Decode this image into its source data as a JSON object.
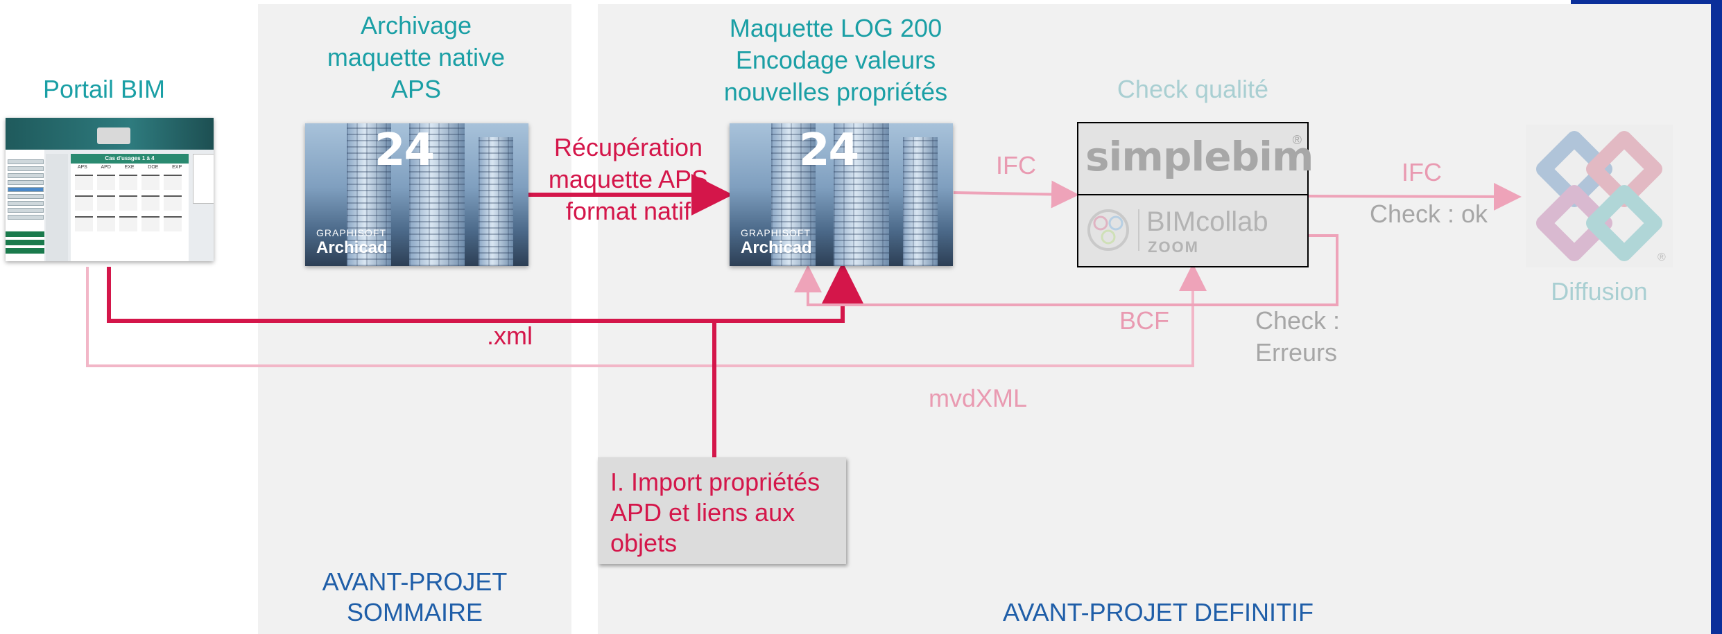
{
  "phases": {
    "aps_label_line1": "AVANT-PROJET",
    "aps_label_line2": "SOMMAIRE",
    "apd_label": "AVANT-PROJET DEFINITIF"
  },
  "portail": {
    "title": "Portail BIM",
    "screenshot_title": "Cas d'usages 1 à 4",
    "screenshot_columns": [
      "APS",
      "APD",
      "EXE",
      "DOE",
      "EXP"
    ]
  },
  "archivage": {
    "line1": "Archivage",
    "line2": "maquette native",
    "line3": "APS"
  },
  "archicad": {
    "version": "24",
    "brand_small": "GRAPHISOFT",
    "brand": "Archicad"
  },
  "maquette": {
    "line1": "Maquette LOG 200",
    "line2": "Encodage valeurs",
    "line3": "nouvelles propriétés"
  },
  "recuperation": {
    "line1": "Récupération",
    "line2": "maquette APS",
    "line3": "format natif"
  },
  "check": {
    "title": "Check qualité",
    "simplebim": "simplebim",
    "bimcollab": "BIMcollab",
    "zoom": "ZOOM"
  },
  "flows": {
    "ifc1": "IFC",
    "ifc2": "IFC",
    "check_ok": "Check : ok",
    "bcf": "BCF",
    "check_err_line1": "Check :",
    "check_err_line2": "Erreurs",
    "xml": ".xml",
    "mvdxml": "mvdXML"
  },
  "diffusion": "Diffusion",
  "callout": {
    "line1": "I. Import propriétés",
    "line2": "APD et liens aux",
    "line3": "objets"
  },
  "colors": {
    "teal": "#1a9fa5",
    "crimson": "#d4164a",
    "pink": "#e99ab1",
    "phase_blue": "#1f5ea8",
    "corner_navy": "#0b2f9a"
  }
}
